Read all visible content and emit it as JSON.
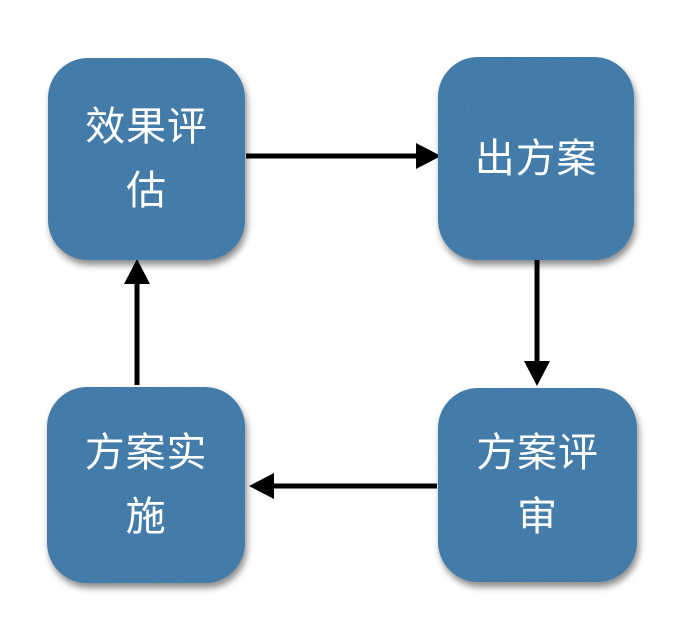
{
  "page": {
    "background_color": "#ffffff"
  },
  "diagram": {
    "type": "cycle-flowchart",
    "node_fill_color": "#3b74a4",
    "node_text_color": "#ffffff",
    "arrow_color": "#000000",
    "nodes": [
      {
        "id": "effect-evaluation",
        "label": "效果评估",
        "position": "top-left"
      },
      {
        "id": "produce-plan",
        "label": "出方案",
        "position": "top-right"
      },
      {
        "id": "plan-review",
        "label": "方案评审",
        "position": "bottom-right"
      },
      {
        "id": "plan-implementation",
        "label": "方案实施",
        "position": "bottom-left"
      }
    ],
    "edges": [
      {
        "from": "效果评估",
        "to": "出方案",
        "direction": "right"
      },
      {
        "from": "出方案",
        "to": "方案评审",
        "direction": "down"
      },
      {
        "from": "方案评审",
        "to": "方案实施",
        "direction": "left"
      },
      {
        "from": "方案实施",
        "to": "效果评估",
        "direction": "up"
      }
    ]
  }
}
